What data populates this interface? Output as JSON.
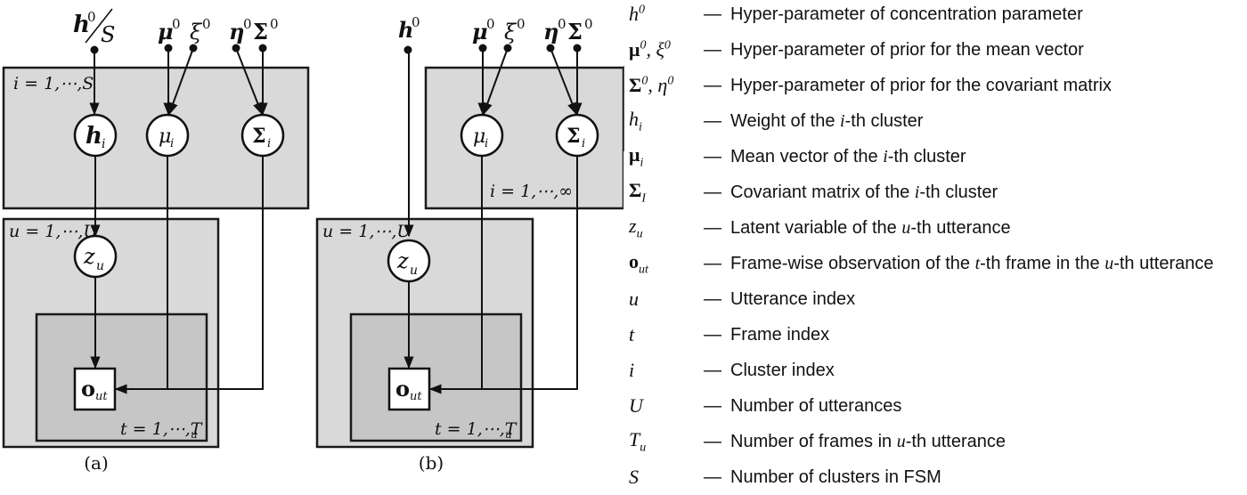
{
  "panel_a": {
    "caption": "(a)",
    "hyper": {
      "h": "h",
      "h_sup": "0",
      "slash": "/",
      "S": "S",
      "mu": "μ",
      "mu_sup": "0",
      "xi": "ξ",
      "xi_sup": "0",
      "eta": "η",
      "eta_sup": "0",
      "Sigma": "Σ",
      "Sigma_sup": "0"
    },
    "plate_i_label": "i = 1,⋯,S",
    "plate_u_label": "u = 1,⋯,U",
    "plate_t_label": "t = 1,⋯,T",
    "plate_t_sub": "u",
    "nodes": {
      "h": {
        "main": "h",
        "sub": "i"
      },
      "mu": {
        "main": "μ",
        "sub": "i"
      },
      "Sigma": {
        "main": "Σ",
        "sub": "i"
      },
      "z": {
        "main": "z",
        "sub": "u"
      },
      "o": {
        "main": "o",
        "sub": "ut"
      }
    }
  },
  "panel_b": {
    "caption": "(b)",
    "hyper": {
      "h": "h",
      "h_sup": "0",
      "mu": "μ",
      "mu_sup": "0",
      "xi": "ξ",
      "xi_sup": "0",
      "eta": "η",
      "eta_sup": "0",
      "Sigma": "Σ",
      "Sigma_sup": "0"
    },
    "plate_i_label": "i = 1,⋯,∞",
    "plate_u_label": "u = 1,⋯,U",
    "plate_t_label": "t = 1,⋯,T",
    "plate_t_sub": "u",
    "nodes": {
      "mu": {
        "main": "μ",
        "sub": "i"
      },
      "Sigma": {
        "main": "Σ",
        "sub": "i"
      },
      "z": {
        "main": "z",
        "sub": "u"
      },
      "o": {
        "main": "o",
        "sub": "ut"
      }
    }
  },
  "legend": {
    "dash": "—",
    "items": [
      {
        "sym": "h",
        "sym_sup": "0",
        "bold": false,
        "pre": "Hyper-parameter of concentration parameter",
        "var": "",
        "post": ""
      },
      {
        "sym": "μ",
        "sym_sup": "0",
        "sym2": ", ξ",
        "sym2_sup": "0",
        "bold": true,
        "pre": "Hyper-parameter of prior for the mean vector",
        "var": "",
        "post": ""
      },
      {
        "sym": "Σ",
        "sym_sup": "0",
        "sym2": ", η",
        "sym2_sup": "0",
        "bold": true,
        "pre": "Hyper-parameter of prior for the covariant matrix",
        "var": "",
        "post": ""
      },
      {
        "sym": "h",
        "sym_sub": "i",
        "bold": false,
        "pre": "Weight of the ",
        "var": "i",
        "post": "-th cluster"
      },
      {
        "sym": "μ",
        "sym_sub": "i",
        "bold": true,
        "pre": "Mean vector of the ",
        "var": "i",
        "post": "-th cluster"
      },
      {
        "sym": "Σ",
        "sym_sub": "I",
        "bold": true,
        "pre": "Covariant matrix of the ",
        "var": "i",
        "post": "-th cluster"
      },
      {
        "sym": "z",
        "sym_sub": "u",
        "bold": false,
        "pre": "Latent variable of the ",
        "var": "u",
        "post": "-th utterance"
      },
      {
        "sym": "o",
        "sym_sub": "ut",
        "bold": true,
        "pre": "Frame-wise observation of the ",
        "var": "t",
        "post": "-th frame in the ",
        "var2": "u",
        "post2": "-th utterance"
      },
      {
        "sym": "u",
        "bold": false,
        "pre": "Utterance index",
        "var": "",
        "post": ""
      },
      {
        "sym": "t",
        "bold": false,
        "pre": "Frame index",
        "var": "",
        "post": ""
      },
      {
        "sym": "i",
        "bold": false,
        "pre": "Cluster index",
        "var": "",
        "post": ""
      },
      {
        "sym": "U",
        "bold": false,
        "pre": "Number of utterances",
        "var": "",
        "post": ""
      },
      {
        "sym": "T",
        "sym_sub": "u",
        "bold": false,
        "pre": "Number of frames in ",
        "var": "u",
        "post": "-th utterance"
      },
      {
        "sym": "S",
        "bold": false,
        "pre": "Number of clusters in FSM",
        "var": "",
        "post": ""
      }
    ]
  }
}
